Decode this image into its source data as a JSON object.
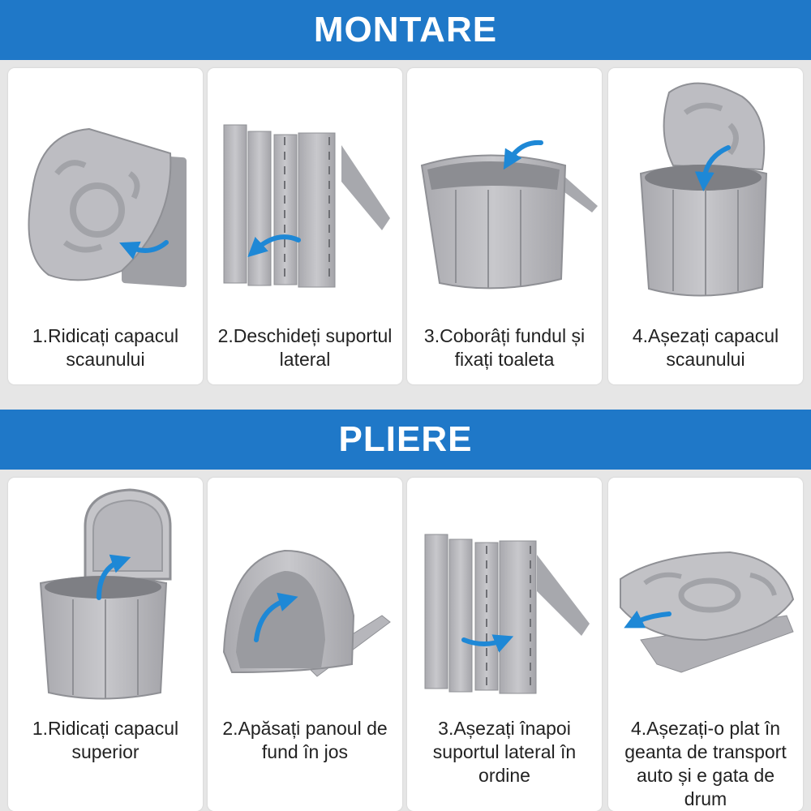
{
  "sections": {
    "montare": {
      "title": "MONTARE",
      "steps": [
        {
          "caption": "1.Ridicați capacul scaunului"
        },
        {
          "caption": "2.Deschideți suportul lateral"
        },
        {
          "caption": "3.Coborâți fundul și fixați toaleta"
        },
        {
          "caption": "4.Așezați capacul scaunului"
        }
      ]
    },
    "pliere": {
      "title": "PLIERE",
      "steps": [
        {
          "caption": "1.Ridicați capacul superior"
        },
        {
          "caption": "2.Apăsați panoul de fund în jos"
        },
        {
          "caption": "3.Așezați înapoi suportul lateral în ordine"
        },
        {
          "caption": "4.Așezați-o plat în geanta de transport auto și e gata de drum"
        }
      ]
    }
  },
  "colors": {
    "banner": "#1f78c8",
    "product_gray": "#b9b9bd",
    "arrow_blue": "#1e88d6"
  }
}
